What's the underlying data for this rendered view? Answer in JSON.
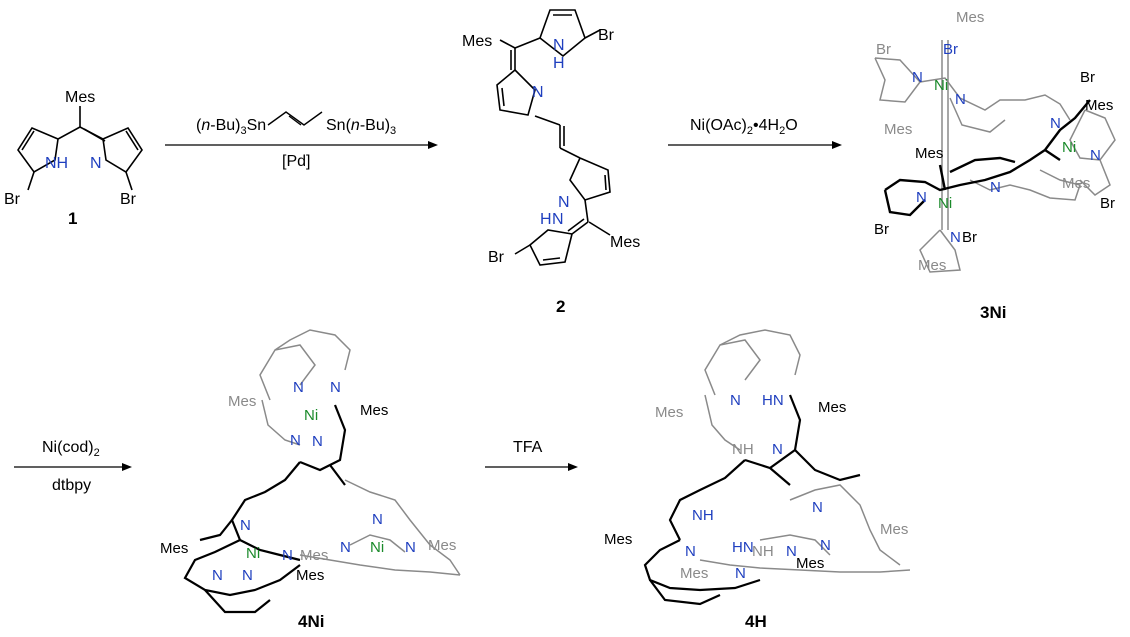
{
  "compounds": {
    "c1": {
      "label": "1"
    },
    "c2": {
      "label": "2"
    },
    "c3": {
      "label": "3Ni"
    },
    "c4ni": {
      "label": "4Ni"
    },
    "c4h": {
      "label": "4H"
    }
  },
  "arrows": {
    "a1": {
      "above_pre": "(",
      "above_n": "n",
      "above_mid": "-Bu)",
      "above_sub": "3",
      "above_sn": "Sn",
      "above_right_pre": "Sn(",
      "above_right_n": "n",
      "above_right_post": "-Bu)",
      "above_right_sub": "3",
      "below": "[Pd]"
    },
    "a2": {
      "above_pre": "Ni(OAc)",
      "above_sub1": "2",
      "above_mid": "•4H",
      "above_sub2": "2",
      "above_post": "O"
    },
    "a3": {
      "above": "Ni(cod)",
      "above_sub": "2",
      "below": "dtbpy"
    },
    "a4": {
      "above": "TFA"
    }
  },
  "atoms": {
    "mes": "Mes",
    "br": "Br",
    "nh": "NH",
    "hn": "HN",
    "n": "N",
    "h": "H",
    "ni": "Ni"
  },
  "colors": {
    "nitrogen": "#1f3fbf",
    "nickel": "#1a8a2a",
    "rear": "#8a8a8a",
    "bond": "#000000"
  }
}
